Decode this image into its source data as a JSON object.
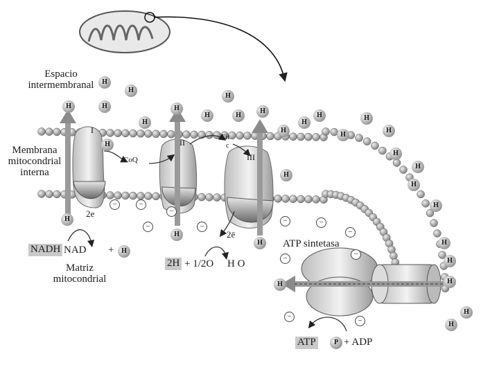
{
  "labels": {
    "intermembrane_space": "Espacio intermembranal",
    "inner_membrane": "Membrana mitocondrial interna",
    "matrix": "Matriz mitocondrial",
    "atp_synthase": "ATP sintetasa"
  },
  "complexes": {
    "complex_1": "I",
    "complex_2": "II",
    "complex_3": "III",
    "coq": "CoQ",
    "cyt_c_top": "Cit",
    "cyt_c_bottom": "c"
  },
  "reactions": {
    "electrons_1": "2e",
    "electrons_2": "2ē",
    "nadh": "NADH",
    "nad": "NAD",
    "plus_h": "+",
    "h": "H",
    "water_reaction_lhs": "2H",
    "water_reaction_mid": "+ 1/2O",
    "water_reaction_rhs": "H O",
    "atp": "ATP",
    "phosphate": "P",
    "adp": "+ ADP"
  },
  "ions": {
    "proton": "H",
    "anion": "−"
  },
  "colors": {
    "membrane": "#8e8e8e",
    "protein": "#d8d8d8",
    "arrow": "#9a9a9a"
  }
}
